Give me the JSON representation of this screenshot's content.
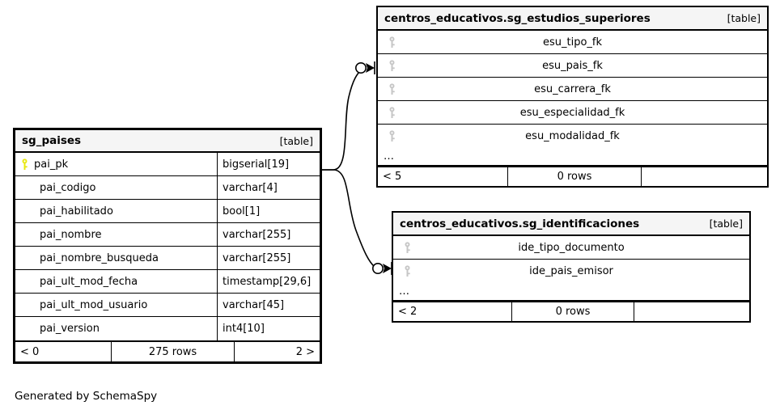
{
  "caption": "Generated by SchemaSpy",
  "kind_label": "[table]",
  "ellipsis": "…",
  "colors": {
    "primary_key_icon": "#e8e80f",
    "foreign_key_icon": "#c6c6c6",
    "header_background": "#f5f5f5",
    "border": "#000000",
    "page_background": "#ffffff"
  },
  "main_table": {
    "name": "sg_paises",
    "kind": "[table]",
    "columns": [
      {
        "name": "pai_pk",
        "type": "bigserial[19]",
        "key": "primary"
      },
      {
        "name": "pai_codigo",
        "type": "varchar[4]",
        "key": "none"
      },
      {
        "name": "pai_habilitado",
        "type": "bool[1]",
        "key": "none"
      },
      {
        "name": "pai_nombre",
        "type": "varchar[255]",
        "key": "none"
      },
      {
        "name": "pai_nombre_busqueda",
        "type": "varchar[255]",
        "key": "none"
      },
      {
        "name": "pai_ult_mod_fecha",
        "type": "timestamp[29,6]",
        "key": "none"
      },
      {
        "name": "pai_ult_mod_usuario",
        "type": "varchar[45]",
        "key": "none"
      },
      {
        "name": "pai_version",
        "type": "int4[10]",
        "key": "none"
      }
    ],
    "footer": {
      "left": "< 0",
      "middle": "275 rows",
      "right": "2 >"
    }
  },
  "related_tables": [
    {
      "name": "centros_educativos.sg_estudios_superiores",
      "kind": "[table]",
      "columns": [
        {
          "name": "esu_tipo_fk",
          "key": "foreign"
        },
        {
          "name": "esu_pais_fk",
          "key": "foreign"
        },
        {
          "name": "esu_carrera_fk",
          "key": "foreign"
        },
        {
          "name": "esu_especialidad_fk",
          "key": "foreign"
        },
        {
          "name": "esu_modalidad_fk",
          "key": "foreign"
        }
      ],
      "has_ellipsis": true,
      "footer": {
        "left": "< 5",
        "middle": "0 rows",
        "right": ""
      }
    },
    {
      "name": "centros_educativos.sg_identificaciones",
      "kind": "[table]",
      "columns": [
        {
          "name": "ide_tipo_documento",
          "key": "foreign"
        },
        {
          "name": "ide_pais_emisor",
          "key": "foreign"
        }
      ],
      "has_ellipsis": true,
      "footer": {
        "left": "< 2",
        "middle": "0 rows",
        "right": ""
      }
    }
  ],
  "relationships": [
    {
      "from": "sg_paises.pai_pk",
      "to": "centros_educativos.sg_estudios_superiores.esu_pais_fk",
      "cardinality": "zero-or-many"
    },
    {
      "from": "sg_paises.pai_pk",
      "to": "centros_educativos.sg_identificaciones.ide_pais_emisor",
      "cardinality": "zero-or-many"
    }
  ]
}
